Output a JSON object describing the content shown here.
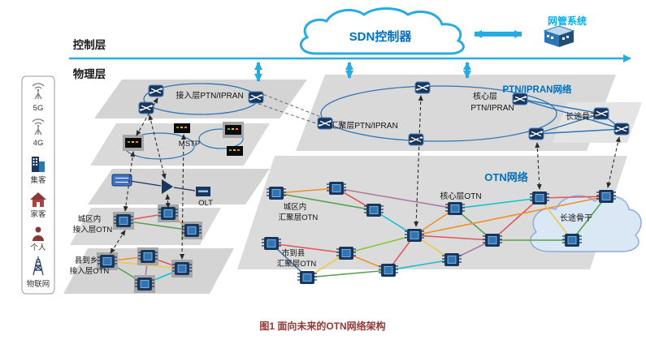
{
  "figure": {
    "caption": "图1 面向未来的OTN网络架构"
  },
  "layers": {
    "control": "控制层",
    "physical": "物理层"
  },
  "control_plane": {
    "sdn_controller": "SDN控制器",
    "nms": "网管系统"
  },
  "access_sidebar": {
    "items": [
      {
        "label": "5G",
        "icon": "antenna-5g-icon"
      },
      {
        "label": "4G",
        "icon": "antenna-4g-icon"
      },
      {
        "label": "集客",
        "icon": "building-icon"
      },
      {
        "label": "家客",
        "icon": "home-icon"
      },
      {
        "label": "个人",
        "icon": "person-icon"
      },
      {
        "label": "物联网",
        "icon": "iot-tower-icon"
      }
    ]
  },
  "ptn": {
    "network_title": "PTN/IPRAN网络",
    "access_label": "接入层PTN/IPRAN",
    "aggregation_label": "汇聚层PTN/IPRAN",
    "core_label_line1": "核心层",
    "core_label_line2": "PTN/IPRAN",
    "backbone_label": "长途骨干"
  },
  "legacy": {
    "mstp_label": "MSTP",
    "olt_label": "OLT"
  },
  "otn": {
    "network_title": "OTN网络",
    "core_label": "核心层OTN",
    "city_agg_label_line1": "城区内",
    "city_agg_label_line2": "汇聚层OTN",
    "county_agg_label_line1": "市到县",
    "county_agg_label_line2": "汇聚层OTN",
    "city_access_label_line1": "城区内",
    "city_access_label_line2": "接入层OTN",
    "county_access_label_line1": "县到乡",
    "county_access_label_line2": "接入层OTN",
    "backbone_label": "长途骨干"
  },
  "colors": {
    "accent_blue": "#29ABE2",
    "title_blue": "#0070C0",
    "nms_teal": "#00B0F0",
    "device_navy": "#17375E",
    "ring_blue": "#2E75B6",
    "plane_gray": "#D9D9D9",
    "caption_maroon": "#943634"
  }
}
